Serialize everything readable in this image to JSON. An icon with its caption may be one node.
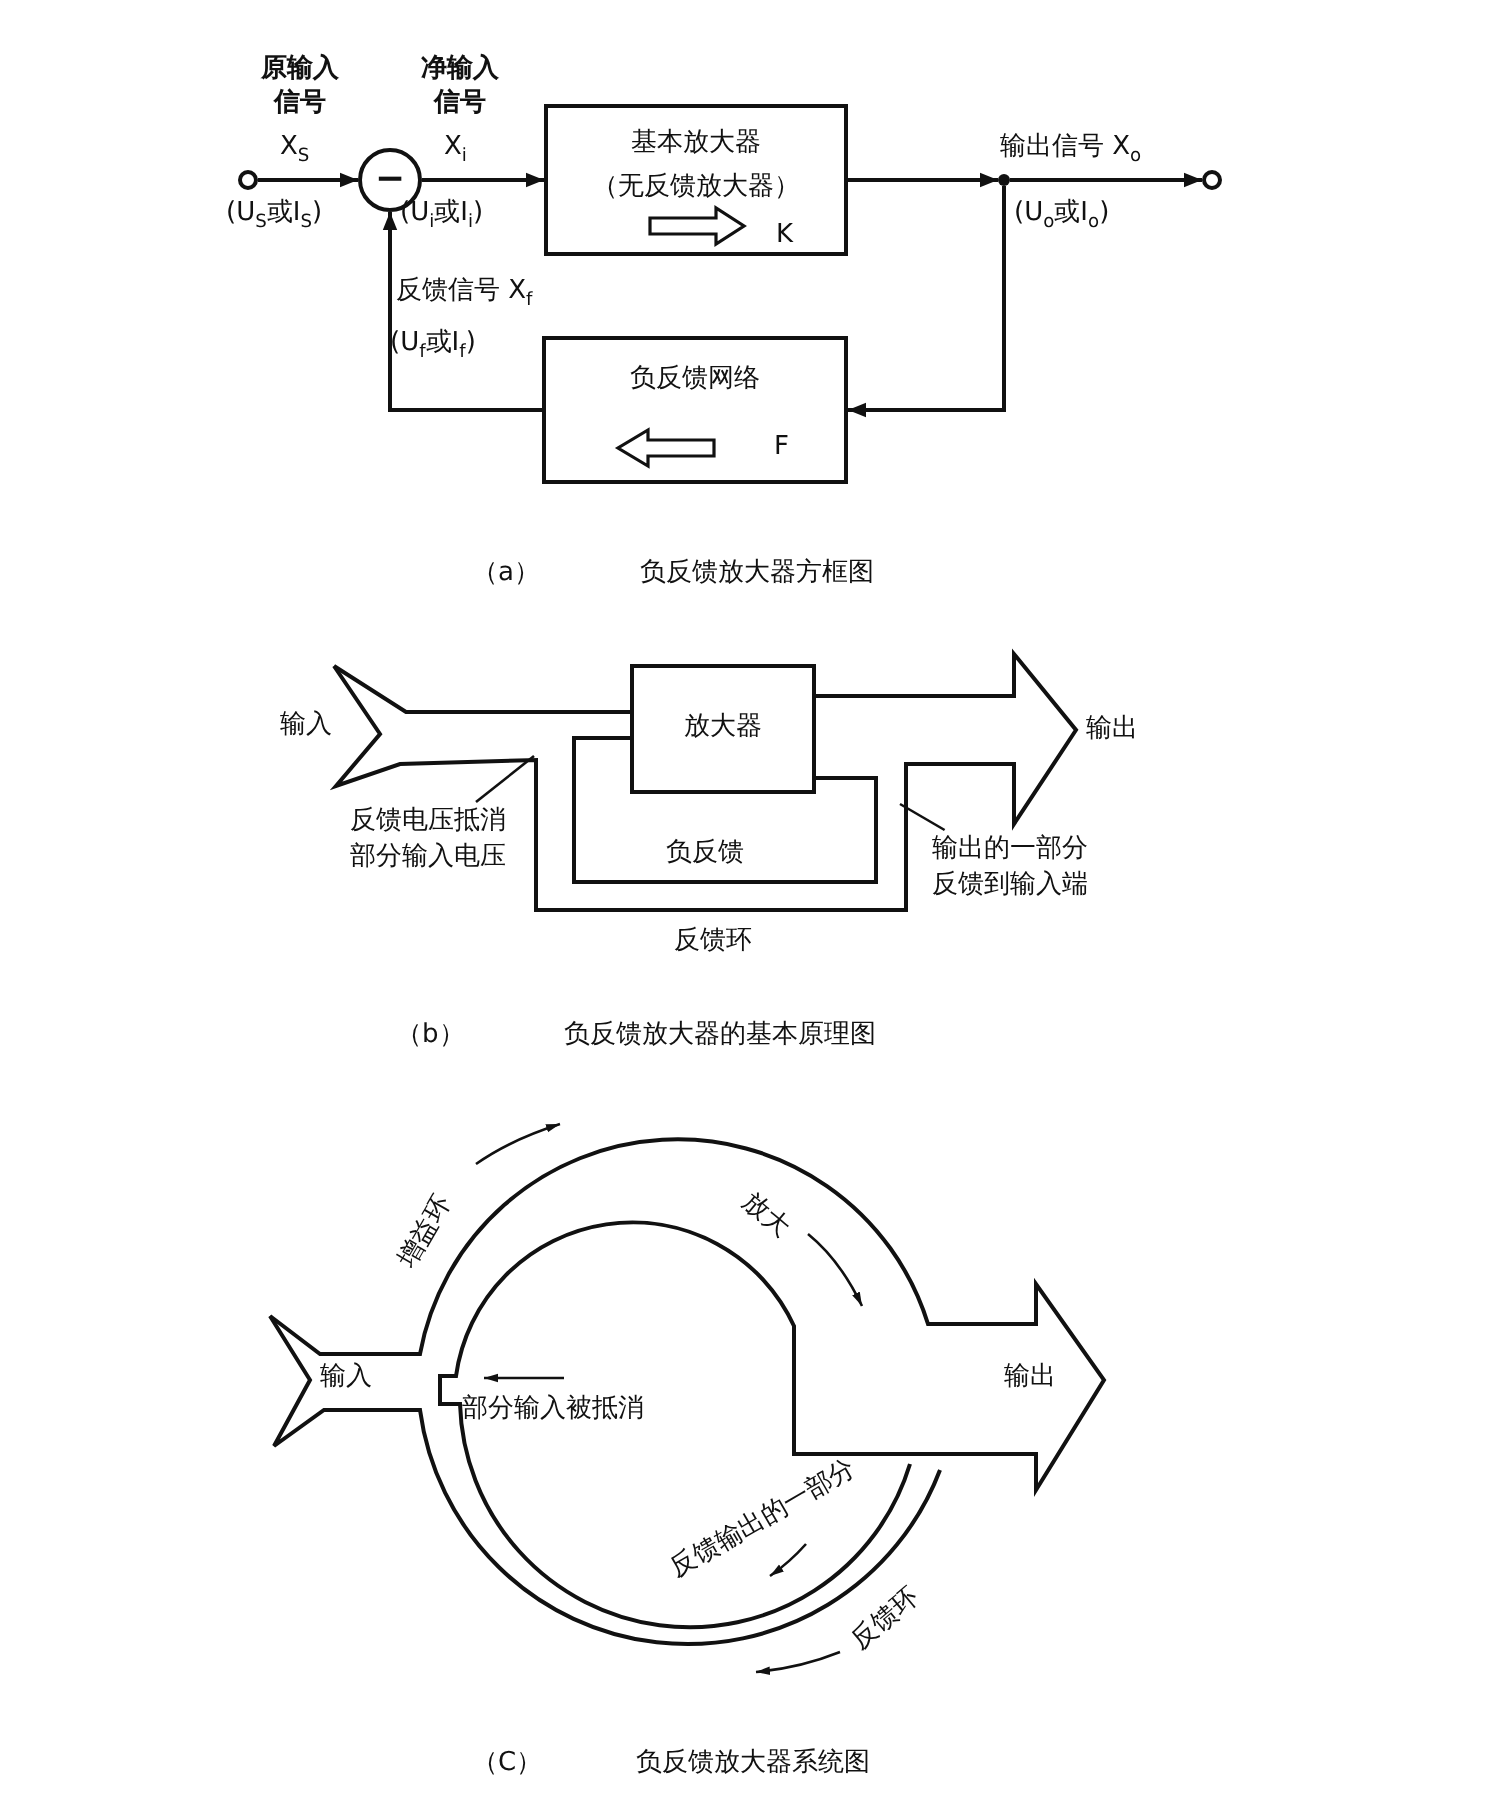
{
  "diagram": {
    "nodes": [
      {
        "text": [],
        "shape": "circle"
      },
      {
        "text": [
          "−"
        ]
      },
      {
        "text": [
          "基本放大器",
          "（无反馈放大器）",
          "K"
        ]
      },
      {
        "text": [],
        "shape": "circle"
      },
      {
        "text": [],
        "shape": "circle"
      },
      {
        "text": [
          "负反馈网络",
          "F"
        ]
      },
      {
        "text": [
          "放大器"
        ]
      },
      {
        "text": [
          "反馈电压抵消部分输入电压"
        ]
      },
      {
        "text": [
          "输出的一部分反馈到输入端"
        ]
      }
    ],
    "edges": [
      {
        "from": 0,
        "to": 1,
        "arrow": "to"
      },
      {
        "from": 1,
        "to": 2,
        "arrow": "to"
      },
      {
        "from": 2,
        "to": 3,
        "arrow": "to"
      },
      {
        "from": 3,
        "to": 4,
        "arrow": "to"
      },
      {
        "from": 3,
        "to": 5,
        "arrow": "to"
      },
      {
        "from": 5,
        "to": 1,
        "arrow": "to"
      },
      {
        "from": 7,
        "to": null,
        "arrow": "none"
      },
      {
        "from": 8,
        "to": null,
        "arrow": "none"
      }
    ],
    "labels": [
      "原输入信号",
      "净输入信号",
      "X$_{S}$",
      "X$_{i}$",
      "输出信号 X$_{o}$",
      "(U$_{S}$或I$_{S}$)",
      "(U$_{i}$或I$_{i}$)",
      "(U$_{o}$或I$_{o}$)",
      "反馈信号 X$_{f}$",
      "(U$_{f}$或I$_{f}$)",
      "（a）",
      "负反馈放大器方框图",
      "输入",
      "输出",
      "负反馈",
      "反馈环",
      "（b）",
      "负反馈放大器的基本原理图",
      "增益环",
      "放大",
      "输入",
      "部分输入被抵消",
      "输出",
      "反馈输出的一部分",
      "反馈环",
      "（C）",
      "负反馈放大器系统图"
    ]
  }
}
